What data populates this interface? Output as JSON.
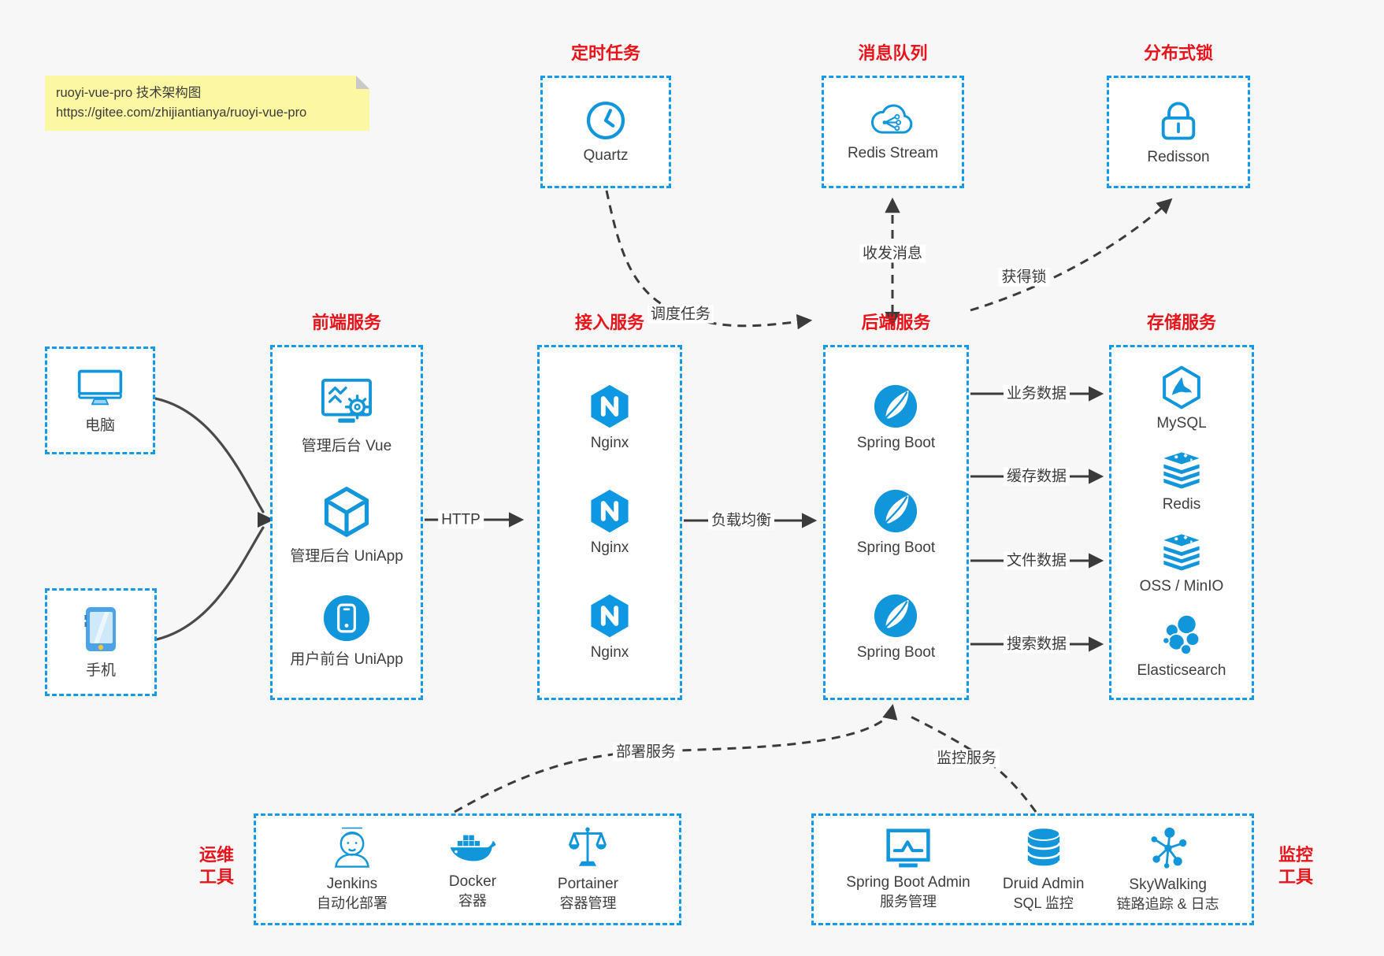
{
  "colors": {
    "background": "#f7f7f8",
    "box_border_blue": "#1499ec",
    "icon_blue": "#1296db",
    "title_red": "#e7151b",
    "arrow_dark": "#3b3b3b",
    "label_text": "#3f3f3f",
    "note_bg": "#fbf7a3"
  },
  "note": {
    "line1": "ruoyi-vue-pro 技术架构图",
    "line2": "https://gitee.com/zhijiantianya/ruoyi-vue-pro"
  },
  "top_row": [
    {
      "title": "定时任务",
      "label": "Quartz",
      "icon": "clock-icon"
    },
    {
      "title": "消息队列",
      "label": "Redis Stream",
      "icon": "cloud-stream-icon"
    },
    {
      "title": "分布式锁",
      "label": "Redisson",
      "icon": "lock-icon"
    }
  ],
  "devices": [
    {
      "label": "电脑",
      "icon": "computer-icon"
    },
    {
      "label": "手机",
      "icon": "phone-icon"
    }
  ],
  "frontend": {
    "title": "前端服务",
    "items": [
      {
        "label": "管理后台 Vue"
      },
      {
        "label": "管理后台 UniApp"
      },
      {
        "label": "用户前台 UniApp"
      }
    ]
  },
  "gateway": {
    "title": "接入服务",
    "items": [
      {
        "label": "Nginx"
      },
      {
        "label": "Nginx"
      },
      {
        "label": "Nginx"
      }
    ]
  },
  "backend": {
    "title": "后端服务",
    "items": [
      {
        "label": "Spring Boot"
      },
      {
        "label": "Spring Boot"
      },
      {
        "label": "Spring Boot"
      }
    ]
  },
  "storage": {
    "title": "存储服务",
    "items": [
      {
        "label": "MySQL"
      },
      {
        "label": "Redis"
      },
      {
        "label": "OSS / MinIO"
      },
      {
        "label": "Elasticsearch"
      }
    ]
  },
  "ops": {
    "side_label_line1": "运维",
    "side_label_line2": "工具",
    "items": [
      {
        "name": "Jenkins",
        "desc": "自动化部署"
      },
      {
        "name": "Docker",
        "desc": "容器"
      },
      {
        "name": "Portainer",
        "desc": "容器管理"
      }
    ]
  },
  "monitoring": {
    "side_label_line1": "监控",
    "side_label_line2": "工具",
    "items": [
      {
        "name": "Spring Boot Admin",
        "desc": "服务管理"
      },
      {
        "name": "Druid Admin",
        "desc": "SQL 监控"
      },
      {
        "name": "SkyWalking",
        "desc": "链路追踪 & 日志"
      }
    ]
  },
  "edges": {
    "http": "HTTP",
    "load_balance": "负载均衡",
    "schedule": "调度任务",
    "message": "收发消息",
    "acquire_lock": "获得锁",
    "business_data": "业务数据",
    "cache_data": "缓存数据",
    "file_data": "文件数据",
    "search_data": "搜索数据",
    "deploy": "部署服务",
    "monitor": "监控服务"
  }
}
